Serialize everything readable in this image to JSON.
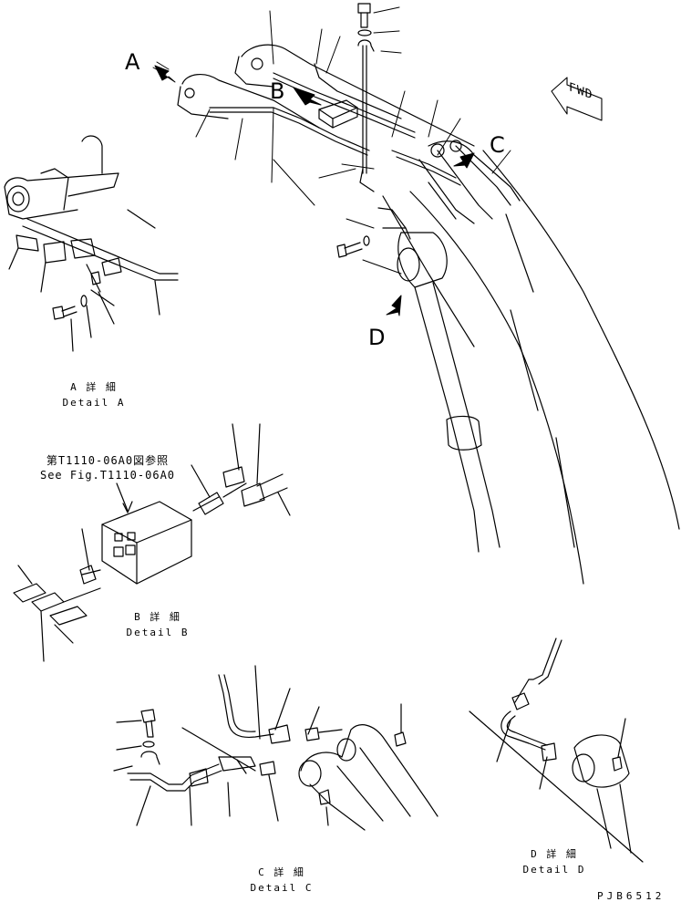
{
  "view_letters": {
    "a": "A",
    "b": "B",
    "c": "C",
    "d": "D"
  },
  "direction": {
    "fwd": "FWD"
  },
  "details": {
    "a": {
      "jp": "A 詳 細",
      "en": "Detail A"
    },
    "b": {
      "jp": "B 詳 細",
      "en": "Detail B"
    },
    "c": {
      "jp": "C 詳 細",
      "en": "Detail C"
    },
    "d": {
      "jp": "D 詳 細",
      "en": "Detail D"
    }
  },
  "reference_note": {
    "jp": "第T1110-06A0図参照",
    "en": "See Fig.T1110-06A0"
  },
  "drawing_code": "PJB6512",
  "colors": {
    "line": "#000000",
    "background": "#ffffff"
  }
}
